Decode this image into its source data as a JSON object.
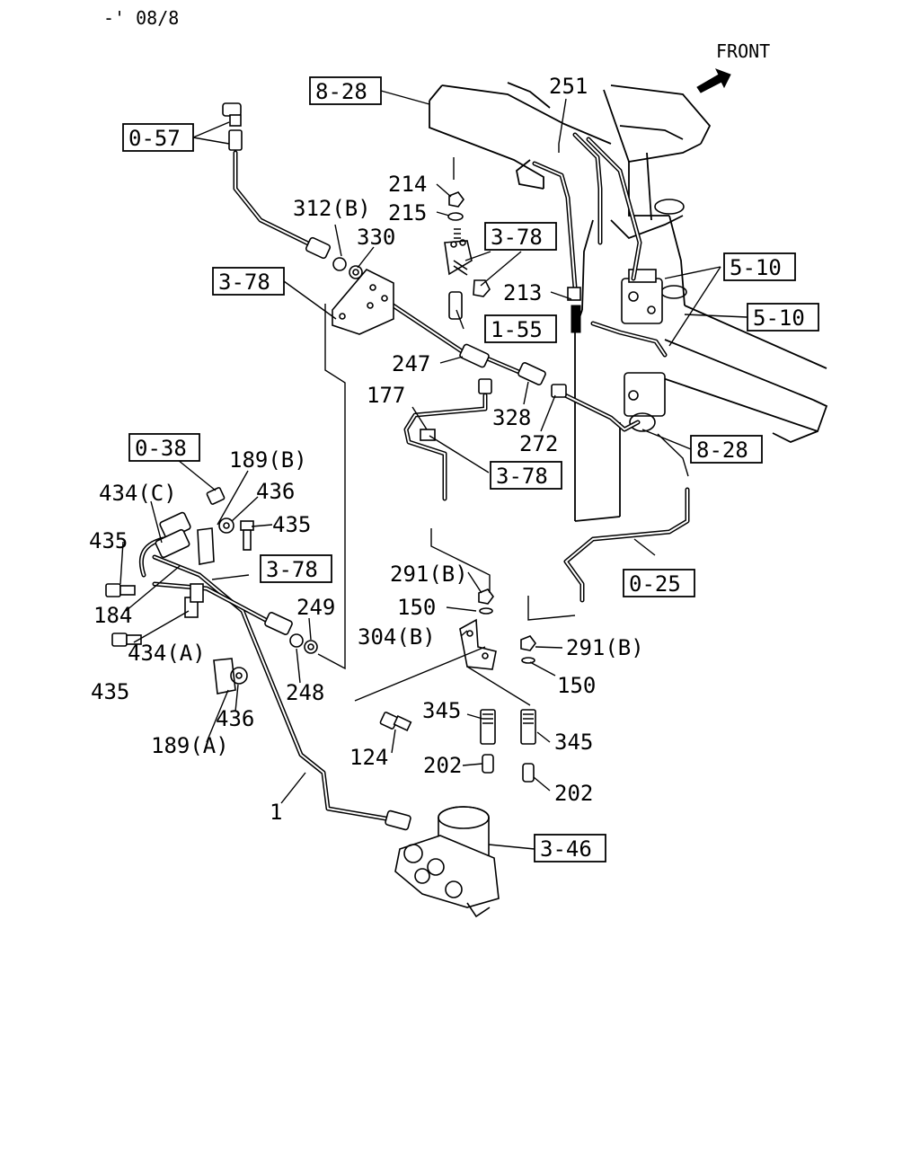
{
  "header": {
    "code": "-' 08/8"
  },
  "orientation": {
    "label": "FRONT"
  },
  "refs": [
    "8-28",
    "0-57",
    "3-78",
    "3-78",
    "1-55",
    "5-10",
    "5-10",
    "3-78",
    "8-28",
    "0-38",
    "3-78",
    "0-25",
    "3-46"
  ],
  "parts": [
    "251",
    "214",
    "215",
    "312(B)",
    "330",
    "213",
    "247",
    "177",
    "328",
    "272",
    "189(B)",
    "434(C)",
    "436",
    "435",
    "435",
    "184",
    "291(B)",
    "150",
    "249",
    "304(B)",
    "291(B)",
    "434(A)",
    "150",
    "435",
    "248",
    "436",
    "345",
    "345",
    "189(A)",
    "124",
    "202",
    "202",
    "1"
  ]
}
